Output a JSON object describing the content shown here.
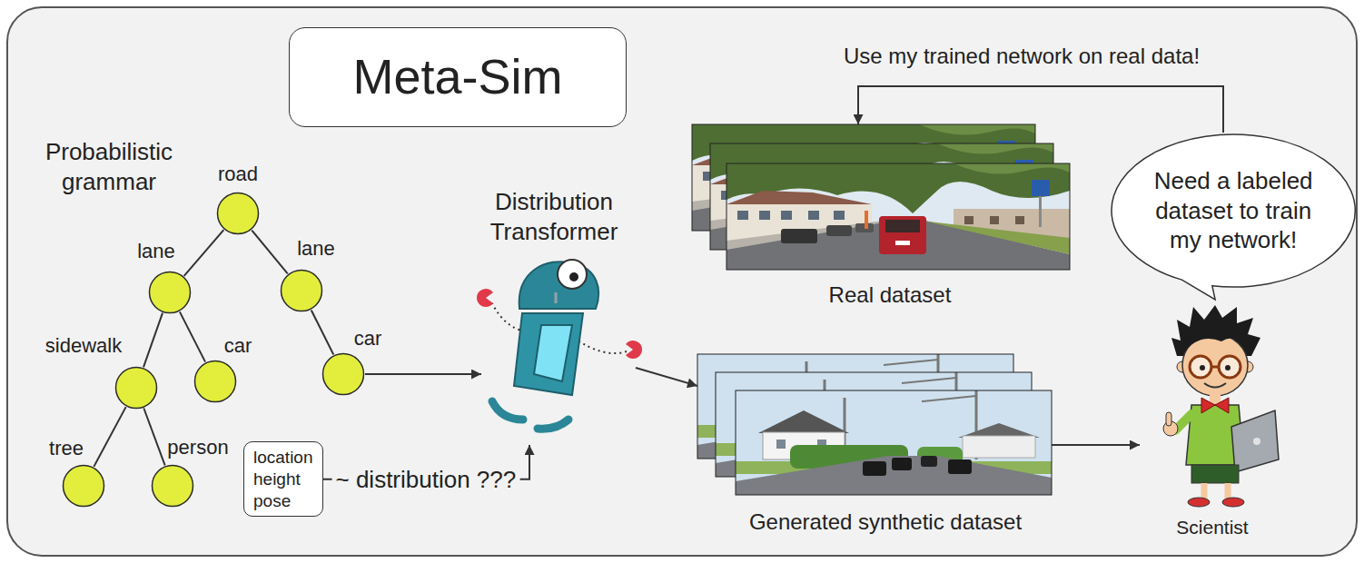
{
  "diagram": {
    "title": "Meta-Sim",
    "nodes": [
      {
        "text": [
          "road"
        ]
      },
      {
        "text": [
          "lane"
        ]
      },
      {
        "text": [
          "lane"
        ]
      },
      {
        "text": [
          "sidewalk"
        ]
      },
      {
        "text": [
          "car"
        ]
      },
      {
        "text": [
          "car"
        ]
      },
      {
        "text": [
          "tree"
        ]
      },
      {
        "text": [
          "person"
        ]
      },
      {
        "text": [
          "location height pose"
        ]
      },
      {
        "text": [
          "Distribution Transformer"
        ]
      },
      {
        "text": [
          "Real dataset"
        ]
      },
      {
        "text": [
          "Generated synthetic dataset"
        ]
      },
      {
        "text": [
          "Need a labeled dataset to train my network!"
        ]
      },
      {
        "text": [
          "Scientist"
        ]
      }
    ],
    "edges": [
      {
        "from": 0,
        "to": 1,
        "arrow": "none"
      },
      {
        "from": 0,
        "to": 2,
        "arrow": "none"
      },
      {
        "from": 1,
        "to": 3,
        "arrow": "none"
      },
      {
        "from": 1,
        "to": 4,
        "arrow": "none"
      },
      {
        "from": 2,
        "to": 5,
        "arrow": "none"
      },
      {
        "from": 3,
        "to": 6,
        "arrow": "none"
      },
      {
        "from": 3,
        "to": 7,
        "arrow": "none"
      },
      {
        "from": 5,
        "to": 9,
        "arrow": "to"
      },
      {
        "from": 8,
        "to": 9,
        "arrow": "to",
        "label": "~ distribution ???"
      },
      {
        "from": 9,
        "to": 11,
        "arrow": "to"
      },
      {
        "from": 11,
        "to": 13,
        "arrow": "to"
      },
      {
        "from": 12,
        "to": 10,
        "arrow": "to",
        "label": "Use my trained network on real data!"
      }
    ],
    "labels": [
      "Probabilistic grammar"
    ]
  }
}
